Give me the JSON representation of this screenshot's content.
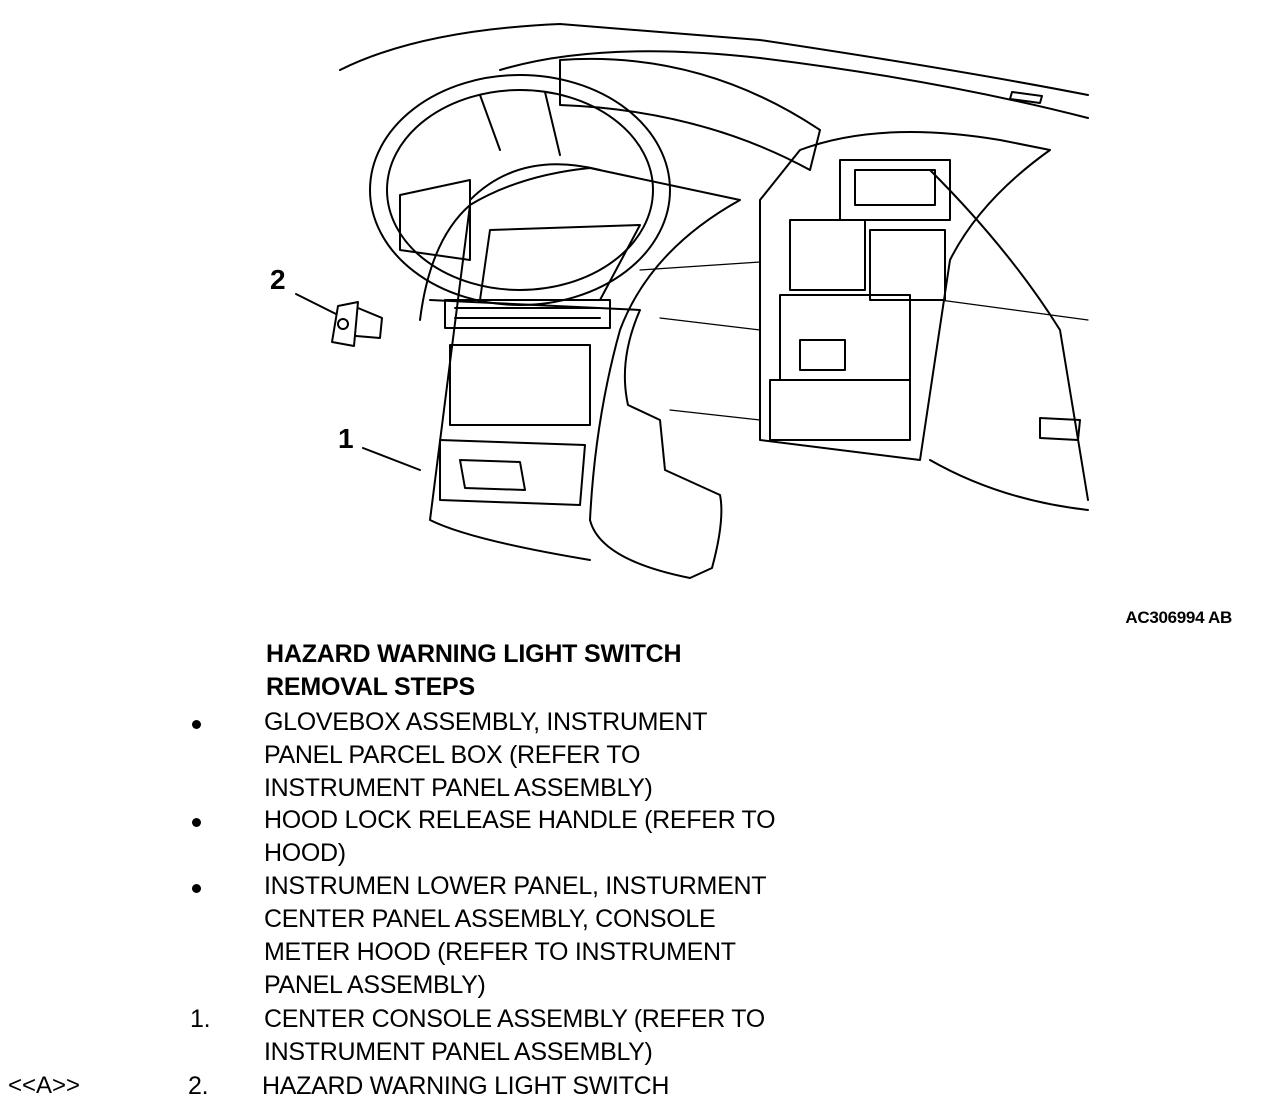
{
  "figure": {
    "callouts": [
      {
        "number": "1",
        "part": "center console assembly"
      },
      {
        "number": "2",
        "part": "hazard warning light switch"
      }
    ],
    "figure_code": "AC306994 AB"
  },
  "procedure": {
    "title_line1": "HAZARD WARNING LIGHT SWITCH",
    "title_line2": "REMOVAL STEPS",
    "steps": [
      {
        "marker": "•",
        "text": "GLOVEBOX ASSEMBLY, INSTRUMENT\nPANEL PARCEL BOX (REFER TO\nINSTRUMENT PANEL ASSEMBLY)"
      },
      {
        "marker": "•",
        "text": "HOOD LOCK RELEASE HANDLE (REFER TO\nHOOD)"
      },
      {
        "marker": "•",
        "text": "INSTRUMEN LOWER PANEL, INSTURMENT\nCENTER PANEL ASSEMBLY, CONSOLE\nMETER HOOD (REFER TO INSTRUMENT\nPANEL ASSEMBLY)"
      },
      {
        "marker": "1.",
        "text": "CENTER CONSOLE ASSEMBLY (REFER TO\nINSTRUMENT PANEL  ASSEMBLY)"
      },
      {
        "marker": "2.",
        "text": "HAZARD WARNING LIGHT SWITCH",
        "ref": "<<A>>"
      }
    ]
  }
}
